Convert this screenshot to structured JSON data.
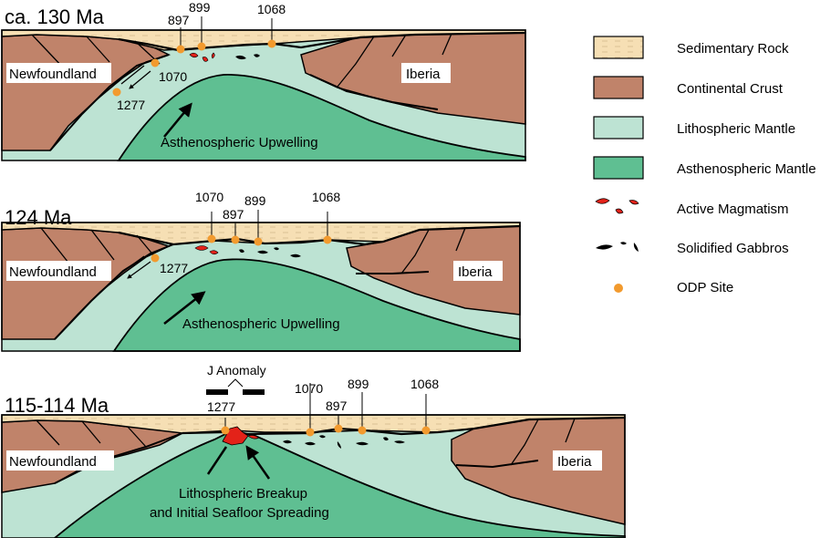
{
  "colors": {
    "sedimentary_rock": "#f6dfb4",
    "continental_crust": "#c0836a",
    "lithospheric_mantle": "#bde3d3",
    "asthenospheric_mantle": "#5fbf92",
    "active_magmatism": "#e32219",
    "solidified_gabbros": "#000000",
    "odp_site": "#f29a2e"
  },
  "panels": [
    {
      "title": "ca. 130 Ma",
      "left_label": "Newfoundland",
      "right_label": "Iberia",
      "upwelling_label": "Asthenospheric Upwelling",
      "sites": {
        "s897": "897",
        "s899": "899",
        "s1068": "1068",
        "s1070": "1070",
        "s1277": "1277"
      }
    },
    {
      "title": "124 Ma",
      "left_label": "Newfoundland",
      "right_label": "Iberia",
      "upwelling_label": "Asthenospheric Upwelling",
      "sites": {
        "s1070": "1070",
        "s897": "897",
        "s899": "899",
        "s1068": "1068",
        "s1277": "1277"
      }
    },
    {
      "title": "115-114 Ma",
      "left_label": "Newfoundland",
      "right_label": "Iberia",
      "breakup_label_line1": "Lithospheric Breakup",
      "breakup_label_line2": "and Initial Seafloor Spreading",
      "j_anomaly": "J Anomaly",
      "sites": {
        "s1277": "1277",
        "s1070": "1070",
        "s897": "897",
        "s899": "899",
        "s1068": "1068"
      }
    }
  ],
  "legend": [
    {
      "label": "Sedimentary Rock",
      "symbol": "sedimentary-rock"
    },
    {
      "label": "Continental Crust",
      "symbol": "continental-crust"
    },
    {
      "label": "Lithospheric Mantle",
      "symbol": "lithospheric-mantle"
    },
    {
      "label": "Asthenospheric Mantle",
      "symbol": "asthenospheric-mantle"
    },
    {
      "label": "Active Magmatism",
      "symbol": "active-magmatism"
    },
    {
      "label": "Solidified Gabbros",
      "symbol": "solidified-gabbros"
    },
    {
      "label": "ODP Site",
      "symbol": "odp-site"
    }
  ]
}
